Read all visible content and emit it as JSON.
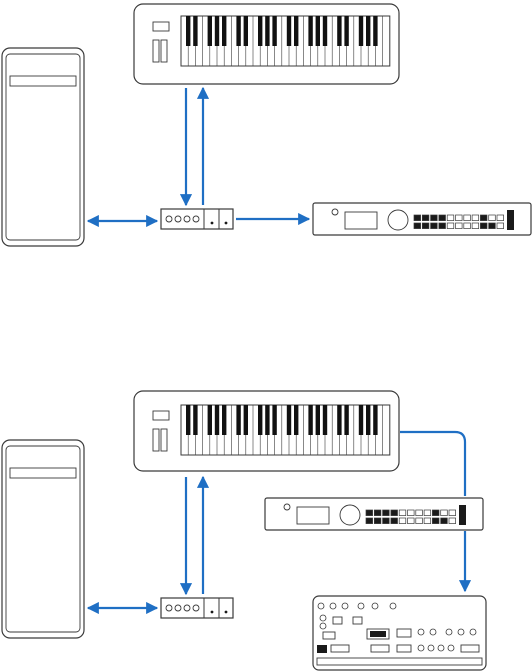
{
  "diagram": {
    "colors": {
      "cable": "#1f6fc4",
      "outline": "#3a3a3a",
      "background": "#ffffff"
    },
    "setups": [
      {
        "id": "setup-1",
        "devices": [
          "computer",
          "midi-keyboard",
          "midi-interface",
          "rack-synth"
        ],
        "connections": [
          {
            "from": "computer",
            "to": "midi-interface",
            "direction": "bidirectional"
          },
          {
            "from": "midi-keyboard",
            "to": "midi-interface",
            "direction": "down"
          },
          {
            "from": "midi-interface",
            "to": "midi-keyboard",
            "direction": "up"
          },
          {
            "from": "midi-interface",
            "to": "rack-synth",
            "direction": "right"
          }
        ]
      },
      {
        "id": "setup-2",
        "devices": [
          "computer",
          "midi-keyboard",
          "midi-interface",
          "rack-synth",
          "drum-machine"
        ],
        "connections": [
          {
            "from": "computer",
            "to": "midi-interface",
            "direction": "bidirectional"
          },
          {
            "from": "midi-keyboard",
            "to": "midi-interface",
            "direction": "down"
          },
          {
            "from": "midi-interface",
            "to": "midi-keyboard",
            "direction": "up"
          },
          {
            "from": "midi-keyboard",
            "to": "rack-synth",
            "direction": "thru"
          },
          {
            "from": "rack-synth",
            "to": "drum-machine",
            "direction": "down"
          }
        ]
      }
    ]
  }
}
